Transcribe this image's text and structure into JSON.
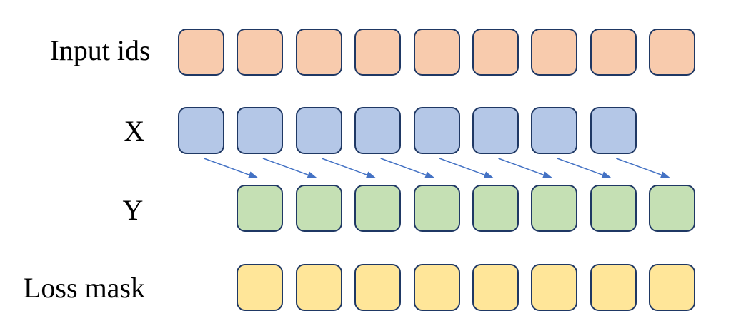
{
  "diagram": {
    "background": "#ffffff",
    "square_border_color": "#1F3864",
    "arrow_color": "#4472C4",
    "label_color": "#000000",
    "rows": [
      {
        "id": "input-ids",
        "label": "Input ids",
        "square_count": 9,
        "fill": "#F8CBAD",
        "start_column": 0
      },
      {
        "id": "x",
        "label": "X",
        "square_count": 8,
        "fill": "#B4C7E7",
        "start_column": 0
      },
      {
        "id": "y",
        "label": "Y",
        "square_count": 8,
        "fill": "#C5E0B4",
        "start_column": 1
      },
      {
        "id": "loss-mask",
        "label": "Loss mask",
        "square_count": 8,
        "fill": "#FFE699",
        "start_column": 1
      }
    ],
    "arrows": {
      "count": 8,
      "from_row": "X",
      "to_row": "Y",
      "direction": "down-right"
    }
  }
}
